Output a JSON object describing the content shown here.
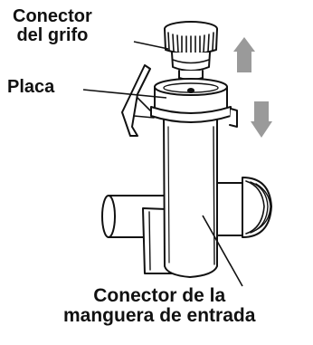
{
  "labels": {
    "faucet_connector_line1": "Conector",
    "faucet_connector_line2": "del grifo",
    "plate": "Placa",
    "hose_connector_line1": "Conector de la",
    "hose_connector_line2": "manguera de entrada"
  },
  "arrows": {
    "up": {
      "direction": "up",
      "color": "#9a9a9a"
    },
    "down": {
      "direction": "down",
      "color": "#9a9a9a"
    }
  },
  "colors": {
    "line": "#111111",
    "background": "#ffffff"
  }
}
